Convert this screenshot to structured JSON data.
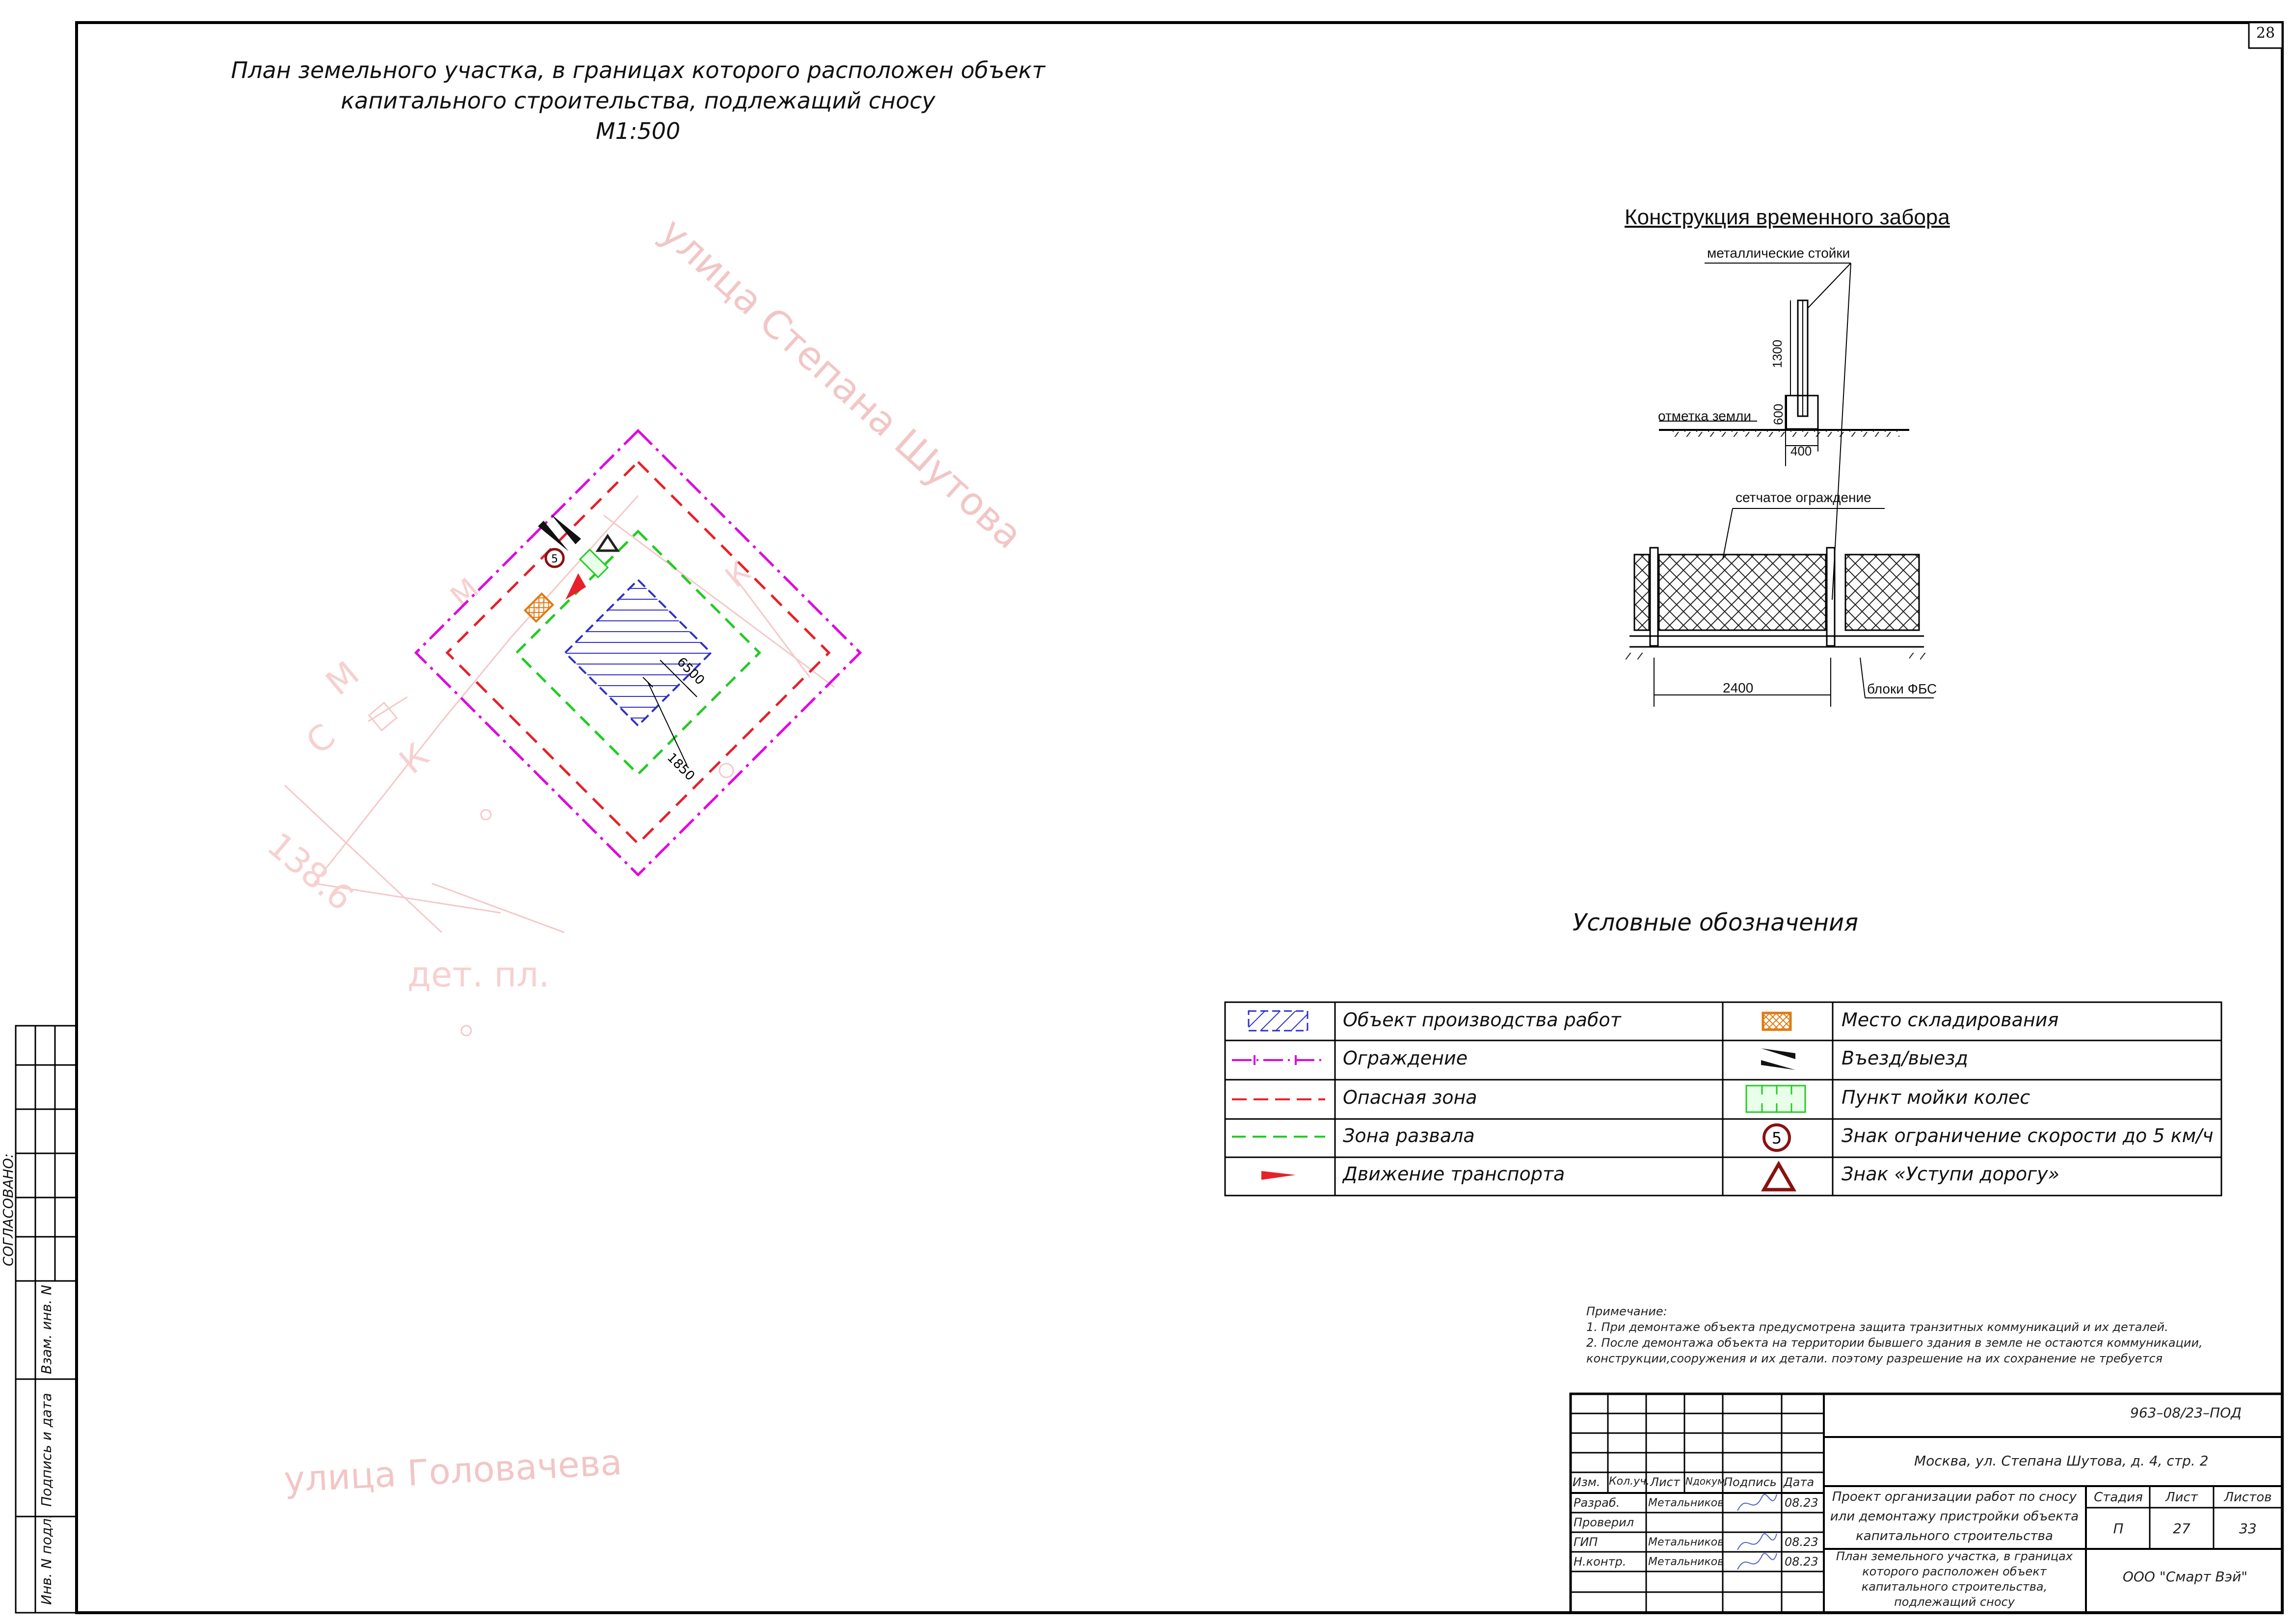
{
  "sheet": {
    "number": "28"
  },
  "plan": {
    "title_line1": "План земельного участка, в границах которого расположен объект",
    "title_line2": "капитального строительства, подлежащий сносу",
    "scale": "М1:500",
    "street_1": "улица Степана Шутова",
    "street_2": "улица Головачева",
    "watermark_1": "дет. пл.",
    "watermark_2": "138.6",
    "watermark_3": "С",
    "watermark_4": "М",
    "watermark_5": "К",
    "dim_1": "6500",
    "dim_2": "1850",
    "speed_sign": "5"
  },
  "fence": {
    "title": "Конструкция временного забора",
    "posts_label": "металлические стойки",
    "ground_label": "отметка земли",
    "dim_1300": "1300",
    "dim_600": "600",
    "dim_400": "400",
    "mesh_label": "сетчатое ограждение",
    "dim_2400": "2400",
    "blocks_label": "блоки ФБС"
  },
  "legend": {
    "title": "Условные обозначения",
    "rows": [
      {
        "left": "Объект производства работ",
        "right": "Место складирования"
      },
      {
        "left": "Ограждение",
        "right": "Въезд/выезд"
      },
      {
        "left": "Опасная зона",
        "right": "Пункт мойки колес"
      },
      {
        "left": "Зона развала",
        "right": "Знак ограничение скорости до 5 км/ч"
      },
      {
        "left": "Движение транспорта",
        "right": "Знак «Уступи дорогу»"
      }
    ],
    "speed_sign": "5",
    "colors": {
      "object": "#3030c8",
      "fence": "#e000e0",
      "danger": "#e8202a",
      "collapse": "#22cc22",
      "storage": "#e07a10",
      "transport": "#e8202a"
    }
  },
  "notes": {
    "heading": "Примечание:",
    "line1": "1. При демонтаже объекта предусмотрена защита транзитных коммуникаций и их деталей.",
    "line2": "2. После демонтажа объекта на территории бывшего здания в земле не остаются коммуникации,",
    "line3": "конструкции,сооружения и их детали. поэтому разрешение на их сохранение не требуется"
  },
  "sidebar": {
    "approved": "СОГЛАСОВАНО:",
    "inv_vz": "Взам. инв. N",
    "sign_date": "Подпись и дата",
    "inv_podl": "Инв. N подл."
  },
  "titleblock": {
    "code": "963–08/23–ПОД",
    "address": "Москва, ул. Степана Шутова, д. 4, стр. 2",
    "headers": {
      "izm": "Изм.",
      "kol": "Кол.уч.",
      "list": "Лист",
      "doc": "Nдокум.",
      "sign": "Подпись",
      "date": "Дата"
    },
    "people": [
      {
        "role": "Разраб.",
        "name": "Метальников",
        "date": "08.23"
      },
      {
        "role": "Проверил",
        "name": "",
        "date": ""
      },
      {
        "role": "ГИП",
        "name": "Метальников",
        "date": "08.23"
      },
      {
        "role": "Н.контр.",
        "name": "Метальников",
        "date": "08.23"
      }
    ],
    "project_line1": "Проект организации работ по сносу",
    "project_line2": "или демонтажу пристройки объекта",
    "project_line3": "капитального строительства",
    "stage_header": "Стадия",
    "sheet_header": "Лист",
    "sheets_header": "Листов",
    "stage": "П",
    "sheet": "27",
    "sheets": "33",
    "drawing_line1": "План земельного участка, в границах",
    "drawing_line2": "которого расположен объект",
    "drawing_line3": "капитального строительства,",
    "drawing_line4": "подлежащий сносу",
    "company": "ООО \"Смарт Вэй\""
  }
}
